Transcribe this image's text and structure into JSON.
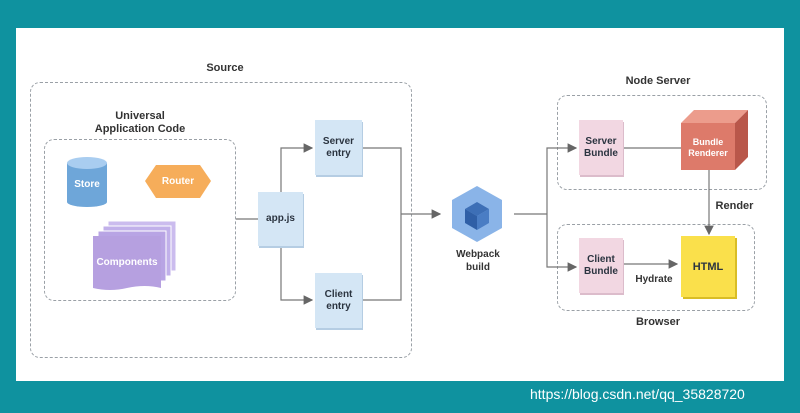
{
  "source": {
    "title": "Source"
  },
  "universal": {
    "title": "Universal\nApplication Code"
  },
  "store": {
    "label": "Store"
  },
  "router": {
    "label": "Router"
  },
  "components": {
    "label": "Components"
  },
  "appjs": {
    "label": "app.js"
  },
  "server_entry": {
    "label": "Server\nentry"
  },
  "client_entry": {
    "label": "Client\nentry"
  },
  "webpack": {
    "label": "Webpack\nbuild"
  },
  "node_server": {
    "title": "Node Server"
  },
  "server_bundle": {
    "label": "Server\nBundle"
  },
  "bundle_renderer": {
    "label": "Bundle\nRenderer"
  },
  "render": {
    "label": "Render"
  },
  "client_bundle": {
    "label": "Client\nBundle"
  },
  "hydrate": {
    "label": "Hydrate"
  },
  "html": {
    "label": "HTML"
  },
  "browser": {
    "title": "Browser"
  },
  "watermark": {
    "text": "https://blog.csdn.net/qq_35828720"
  },
  "colors": {
    "background": "#0f929f",
    "store": "#6ea6d9",
    "router": "#f6ad5a",
    "components": "#b6a0e0",
    "renderer": "#dd7a6a",
    "html": "#fae04b",
    "webpack": "#8ab4e8"
  }
}
